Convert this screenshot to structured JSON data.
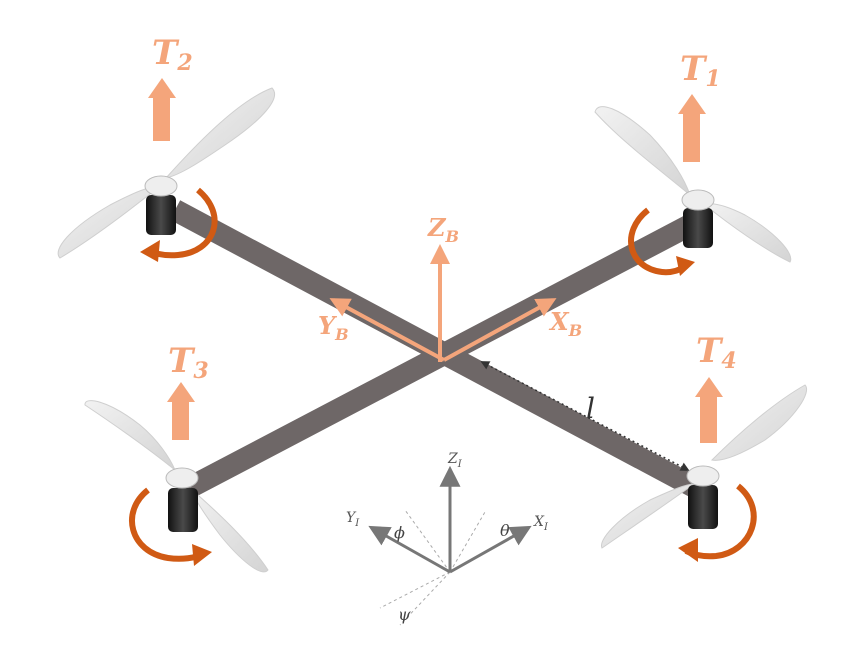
{
  "thrust_labels": [
    {
      "symbol": "T",
      "sub": "1"
    },
    {
      "symbol": "T",
      "sub": "2"
    },
    {
      "symbol": "T",
      "sub": "3"
    },
    {
      "symbol": "T",
      "sub": "4"
    }
  ],
  "body_frame": {
    "x": {
      "symbol": "X",
      "sub": "B"
    },
    "y": {
      "symbol": "Y",
      "sub": "B"
    },
    "z": {
      "symbol": "Z",
      "sub": "B"
    }
  },
  "inertial_frame": {
    "x": {
      "symbol": "X",
      "sub": "I"
    },
    "y": {
      "symbol": "Y",
      "sub": "I"
    },
    "z": {
      "symbol": "Z",
      "sub": "I"
    }
  },
  "angles": {
    "roll": "ϕ",
    "pitch": "θ",
    "yaw": "ψ"
  },
  "arm_length": "l",
  "colors": {
    "thrust": "#f4a57b",
    "rotation": "#d05a14",
    "frame": "#6e6767",
    "inertial_axes": "#777777",
    "propeller": "#e6e6e6",
    "motor": "#2a2a2a"
  }
}
